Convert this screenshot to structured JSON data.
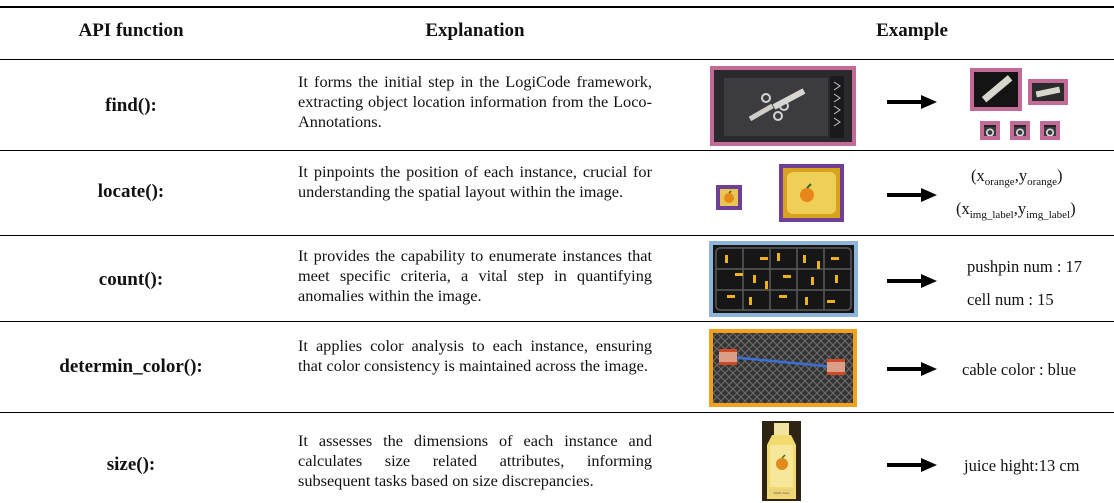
{
  "header": {
    "col1": "API function",
    "col2": "Explanation",
    "col3": "Example"
  },
  "rows": [
    {
      "function": "find():",
      "explanation": "It forms the initial step in the LogiCode framework, extracting object location information from the Loco-Annotations."
    },
    {
      "function": "locate():",
      "explanation": "It pinpoints the position of each instance, crucial for understanding the spatial layout within the image.",
      "result": {
        "line1": {
          "open": "(",
          "x": "x",
          "x_sub": "orange",
          "sep": ",",
          "y": "y",
          "y_sub": "orange",
          "close": ")"
        },
        "line2": {
          "open": "(",
          "x": "x",
          "x_sub": "img_label",
          "sep": ",",
          "y": "y",
          "y_sub": "img_label",
          "close": ")"
        }
      }
    },
    {
      "function": "count():",
      "explanation": "It provides the capability to enumerate instances that meet specific criteria, a vital step in quantifying anomalies within the image.",
      "result": {
        "line1": "pushpin num : 17",
        "line2": "cell num : 15"
      }
    },
    {
      "function": "determin_color():",
      "explanation": "It applies color analysis to each instance, ensuring that color consistency is maintained across the image.",
      "result": {
        "line1": "cable color : blue"
      }
    },
    {
      "function": "size():",
      "explanation": "It assesses the dimensions of each instance and calculates size related attributes, informing subsequent tasks based on size discrepancies.",
      "result": {
        "line1": "juice hight:13 cm"
      },
      "image_label": "100% Juice"
    }
  ],
  "colors": {
    "find_border": "#c36a96",
    "locate_border": "#6f3f98",
    "count_border": "#8fb4d9",
    "color_border": "#f1a21a"
  },
  "icons": {
    "arrow": "right-arrow-icon"
  }
}
